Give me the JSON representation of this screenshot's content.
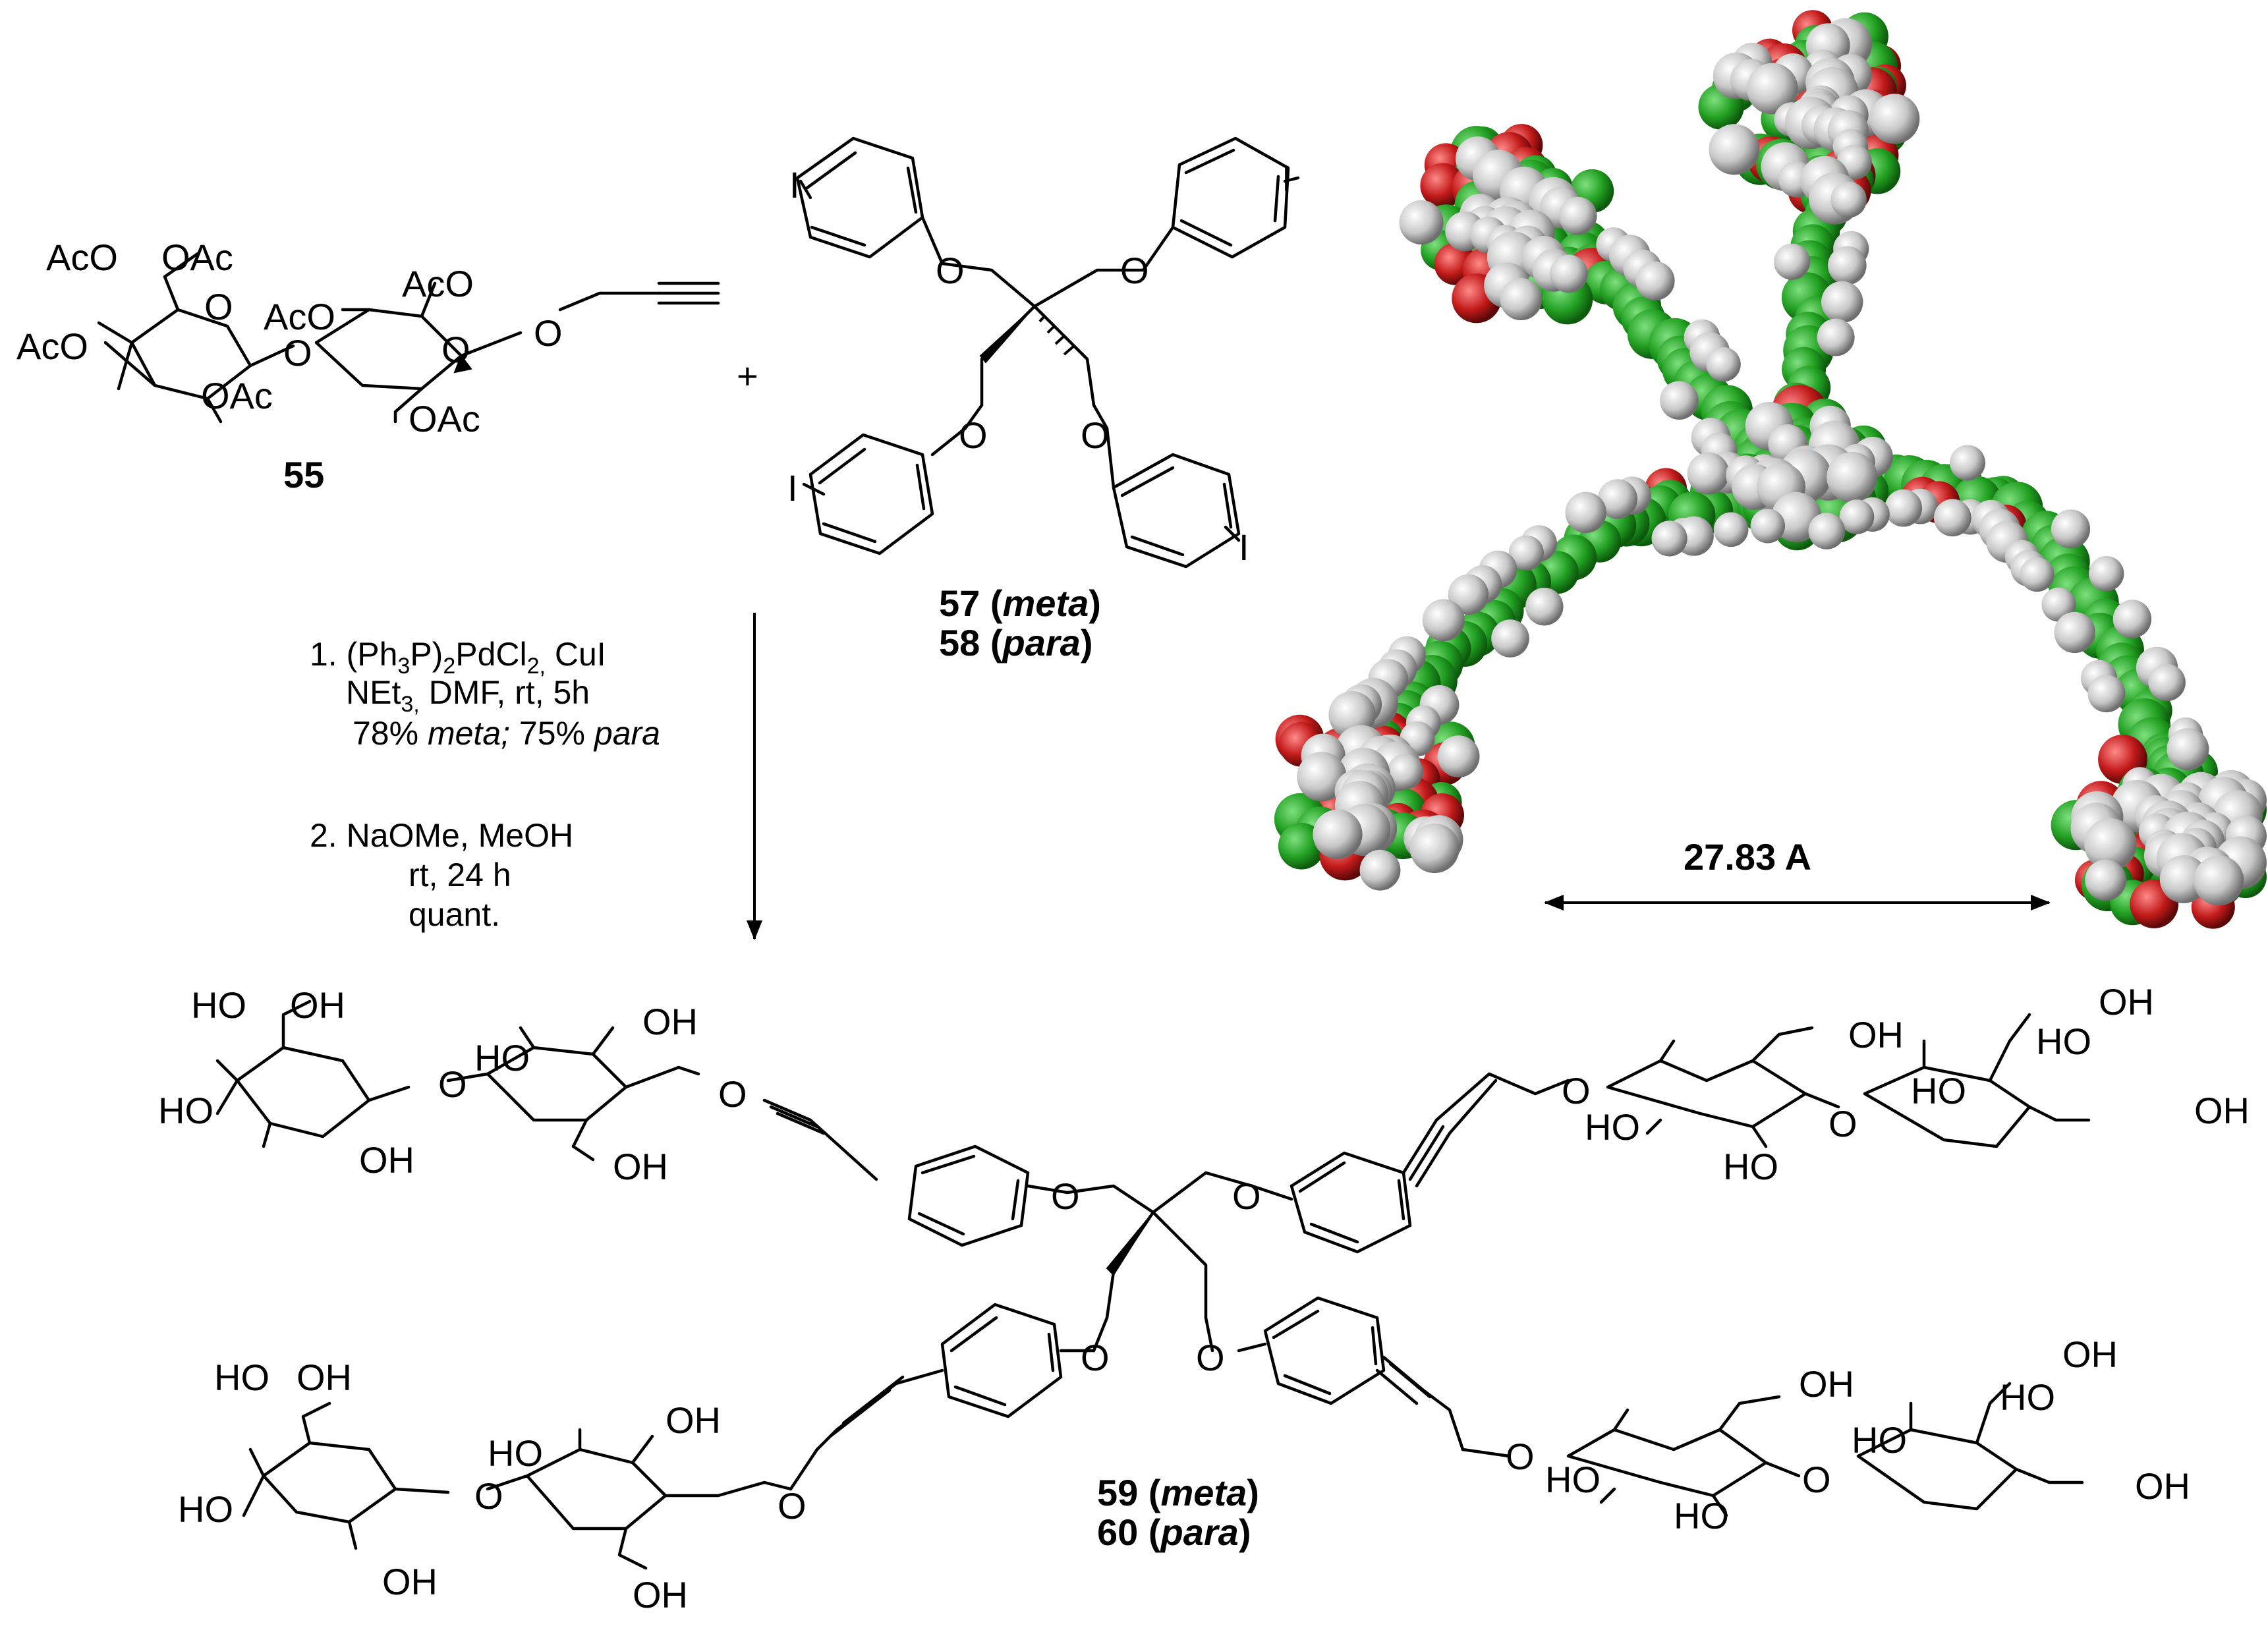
{
  "labels": {
    "acetylated_sugar": [
      "AcO",
      "OAc",
      "AcO",
      "AcO",
      "AcO",
      "O",
      "O",
      "O",
      "O",
      "OAc",
      "OAc"
    ],
    "compound_55": "55",
    "plus": "+",
    "iodo_labels": [
      "I",
      "I",
      "I",
      "I"
    ],
    "ether_o": "O",
    "compound_57_num": "57",
    "compound_57_tag": "meta",
    "compound_58_num": "58",
    "compound_58_tag": "para",
    "compound_59_num": "59",
    "compound_59_tag": "meta",
    "compound_60_num": "60",
    "compound_60_tag": "para",
    "hydroxyl": "OH",
    "ho": "HO",
    "distance": "27.83 A"
  },
  "conditions": {
    "step1_line1_prefix": "1.  (Ph",
    "step1_line1_sub1": "3",
    "step1_line1_mid": "P)",
    "step1_line1_sub2": "2",
    "step1_line1_mid2": "PdCl",
    "step1_line1_sub3": "2,",
    "step1_line1_suffix": " CuI",
    "step1_line2_a": "NEt",
    "step1_line2_sub": "3,",
    "step1_line2_b": " DMF, rt, 5h",
    "step1_line3_a": "78% ",
    "step1_line3_b": "meta;",
    "step1_line3_c": " 75% ",
    "step1_line3_d": "para",
    "step2_line1": "2.  NaOMe, MeOH",
    "step2_line2": "rt, 24 h",
    "step2_line3": "quant."
  },
  "colors": {
    "carbon": "#22a022",
    "oxygen": "#c21a1a",
    "hydrogen": "#c8c8c8"
  }
}
